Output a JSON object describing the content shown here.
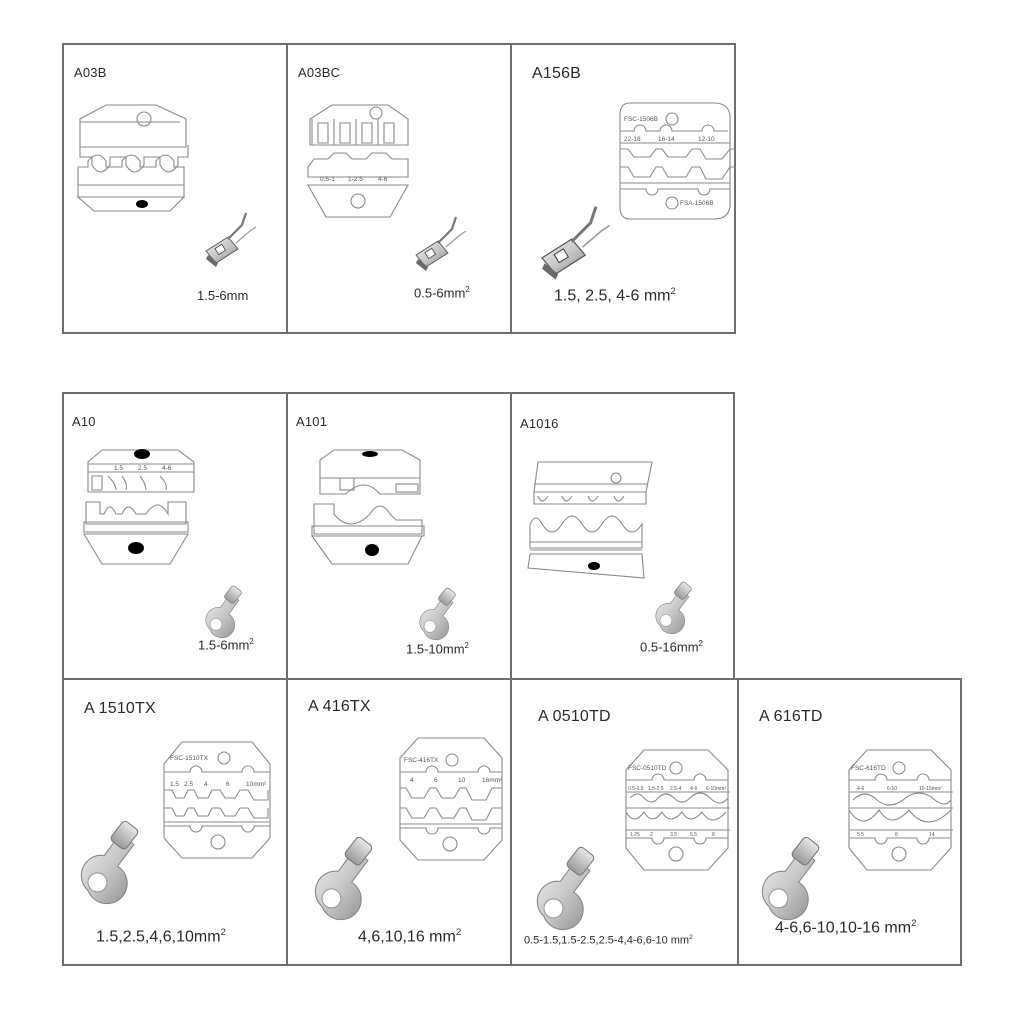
{
  "rows": [
    {
      "cells": [
        {
          "code": "A03B",
          "spec": "1.5-6mm",
          "spec_sup": "",
          "terminal": "flag-terminal"
        },
        {
          "code": "A03BC",
          "spec": "0.5-6mm",
          "spec_sup": "2",
          "terminal": "flag-terminal",
          "die_labels": [
            "0.5-1",
            "1-2.5",
            "4-6"
          ]
        },
        {
          "code": "A156B",
          "spec": "1.5, 2.5, 4-6 mm",
          "spec_sup": "2",
          "terminal": "flag-terminal",
          "die_top_label": "FSC-1506B",
          "die_bottom_label": "FSA-1506B",
          "die_labels": [
            "22-18",
            "16-14",
            "12-10"
          ]
        }
      ]
    },
    {
      "cells": [
        {
          "code": "A10",
          "spec": "1.5-6mm",
          "spec_sup": "2",
          "terminal": "ring-terminal",
          "die_labels": [
            "1.5",
            "2.5",
            "4-6"
          ]
        },
        {
          "code": "A101",
          "spec": "1.5-10mm",
          "spec_sup": "2",
          "terminal": "ring-terminal"
        },
        {
          "code": "A1016",
          "spec": "0.5-16mm",
          "spec_sup": "2",
          "terminal": "ring-terminal"
        }
      ]
    },
    {
      "cells": [
        {
          "code": "A 1510TX",
          "spec": "1.5,2.5,4,6,10mm",
          "spec_sup": "2",
          "terminal": "ring-terminal",
          "die_top_label": "FSC-1510TX",
          "die_labels": [
            "1.5",
            "2.5",
            "4",
            "6",
            "10mm²"
          ]
        },
        {
          "code": "A 416TX",
          "spec": "4,6,10,16 mm",
          "spec_sup": "2",
          "terminal": "ring-terminal",
          "die_top_label": "FSC-416TX",
          "die_labels": [
            "4",
            "6",
            "10",
            "16mm²"
          ]
        },
        {
          "code": "A 0510TD",
          "spec": "0.5-1.5,1.5-2.5,2.5-4,4-6,6-10 mm",
          "spec_sup": "2",
          "terminal": "ring-terminal",
          "die_top_label": "FSC-0510TD",
          "die_labels": [
            "0.5-1.5",
            "1.5-2.5",
            "2.5-4",
            "4-6",
            "6-10mm²"
          ],
          "die_bottom_labels": [
            "1.25",
            "2",
            "3.5",
            "5.5",
            "8"
          ]
        },
        {
          "code": "A 616TD",
          "spec": "4-6,6-10,10-16 mm",
          "spec_sup": "2",
          "terminal": "ring-terminal",
          "die_top_label": "FSC-616TD",
          "die_labels": [
            "4-6",
            "6-10",
            "10-16mm²"
          ],
          "die_bottom_labels": [
            "5.5",
            "8",
            "14"
          ]
        }
      ]
    }
  ],
  "colors": {
    "border": "#6e6e6e",
    "line_art": "#8a8a8a",
    "terminal_metal": "#b8b8b8",
    "text": "#2a2a2a"
  }
}
